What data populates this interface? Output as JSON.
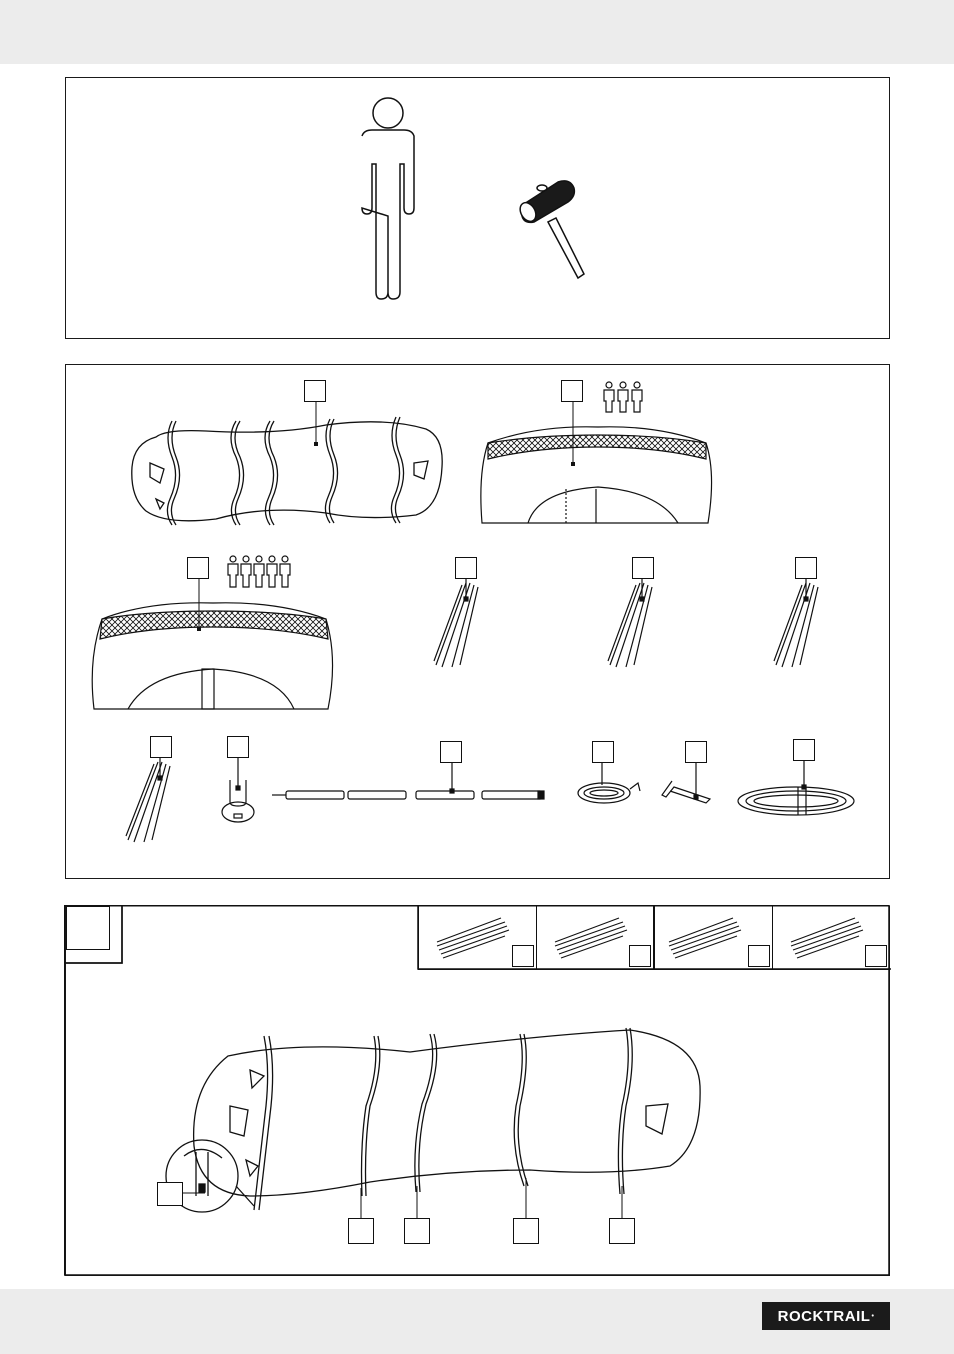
{
  "brand": {
    "logo_text": "ROCKTRAIL",
    "logo_mark": "•"
  },
  "panels": {
    "requirements": {
      "icons": [
        "person-figure-icon",
        "mallet-icon"
      ]
    },
    "contents": {
      "parts": [
        "tent-body",
        "inner-tent-3p",
        "inner-tent-5p",
        "pole-set-a",
        "pole-set-b",
        "pole-set-c",
        "pole-set-d",
        "pole-foot",
        "pole-connector-rod",
        "guy-line-bundle",
        "tent-peg",
        "rope-coil"
      ]
    },
    "step": {
      "pole_thumbs": 4,
      "callouts": 5
    }
  }
}
